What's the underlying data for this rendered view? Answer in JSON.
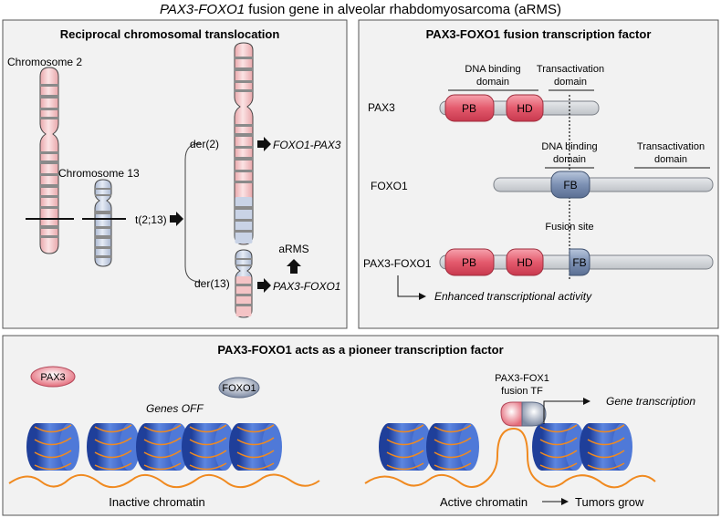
{
  "title_italic": "PAX3-FOXO1",
  "title_rest": " fusion gene in alveolar rhabdomyosarcoma (aRMS)",
  "panel_a": {
    "title": "Reciprocal chromosomal translocation",
    "chr2_label": "Chromosome 2",
    "chr13_label": "Chromosome 13",
    "translocation": "t(2;13)",
    "der2": "der(2)",
    "der13": "der(13)",
    "der2_product": "FOXO1-PAX3",
    "der13_product": "PAX3-FOXO1",
    "disease": "aRMS"
  },
  "panel_b": {
    "title": "PAX3-FOXO1 fusion transcription factor",
    "dbd_label_1": "DNA binding",
    "dbd_label_2": "domain",
    "tad_label_1": "Transactivation",
    "tad_label_2": "domain",
    "pax3": "PAX3",
    "foxo1": "FOXO1",
    "fusion": "PAX3-FOXO1",
    "pb": "PB",
    "hd": "HD",
    "fb": "FB",
    "fusion_site": "Fusion site",
    "enhanced": "Enhanced transcriptional activity"
  },
  "panel_c": {
    "title": "PAX3-FOXO1 acts as a pioneer transcription factor",
    "pax3": "PAX3",
    "foxo1": "FOXO1",
    "genes_off": "Genes OFF",
    "inactive": "Inactive chromatin",
    "fusion_tf_1": "PAX3-FOX1",
    "fusion_tf_2": "fusion TF",
    "gene_transcription": "Gene transcription",
    "active": "Active chromatin",
    "tumors": "Tumors grow"
  },
  "colors": {
    "pink": "#f4c3c5",
    "red_domain": "#e0576a",
    "blue_chrom": "#c9d3e6",
    "grey_bar": "#cfd2d6",
    "nucleosome": "#3a63c8",
    "dna": "#f08a20"
  }
}
